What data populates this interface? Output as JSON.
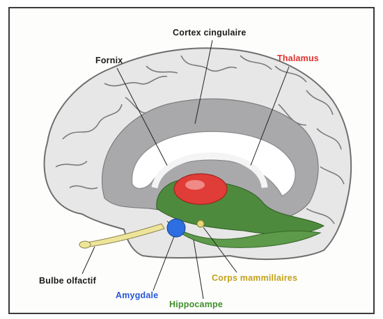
{
  "colors": {
    "page_background": "#ffffff",
    "cortex": "#e7e7e7",
    "cortex_outline": "#6e6e6e",
    "cingulate_band": "#a9a9ab",
    "white_matter": "#ffffff",
    "thalamus": "#e03c38",
    "limbic_green": "#4e8a3d",
    "amygdala": "#2d6fe0",
    "olfactory_bulb": "#eee59a"
  },
  "labels": {
    "cortex_cingulaire": {
      "text": "Cortex cingulaire",
      "color": "#1b1b1b"
    },
    "fornix": {
      "text": "Fornix",
      "color": "#1b1b1b"
    },
    "thalamus": {
      "text": "Thalamus",
      "color": "#e0302b"
    },
    "bulbe_olfactif": {
      "text": "Bulbe olfactif",
      "color": "#1b1b1b"
    },
    "amygdale": {
      "text": "Amygdale",
      "color": "#2557d6"
    },
    "hippocampe": {
      "text": "Hippocampe",
      "color": "#3f8f2a"
    },
    "corps_mammillaires": {
      "text": "Corps mammillaires",
      "color": "#c2a21a"
    }
  }
}
